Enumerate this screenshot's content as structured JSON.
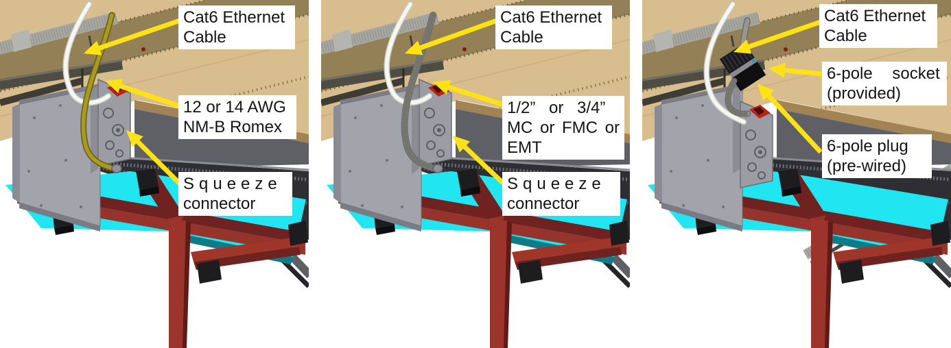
{
  "figure": {
    "description": "Three wiring-option illustrations of a ceiling-mounted fixture",
    "background": "#ffffff"
  },
  "colors": {
    "arrow_yellow": "#ffe215",
    "wood": "#d8bd8f",
    "wood_band": "#8d7b53",
    "truss_light": "#a7a7a1",
    "truss_dark": "#4f4c44",
    "fixture_face": "#a2a3ab",
    "fixture_far_side": "#5f5f66",
    "junction_plate": "#9b9ca4",
    "light_panel_cyan": "#22e5f2",
    "beam_dark_red": "#702220",
    "beam_bright_red": "#9c342c",
    "block_black": "#1d1d20",
    "romex_yellow": "#a89a24",
    "conduit_gray": "#9a968e",
    "cat6_white": "#f7f7f2",
    "connector_red": "#b92418"
  },
  "panels": [
    {
      "name": "romex-wiring-option",
      "variant": "romex",
      "labels": [
        {
          "name": "cat6-ethernet-cable",
          "lines": [
            "Cat6 Ethernet",
            "Cable"
          ]
        },
        {
          "name": "nm-b-romex",
          "lines": [
            "12 or 14 AWG",
            "NM-B Romex"
          ]
        },
        {
          "name": "squeeze-connector",
          "lines": [
            "Squeeze",
            "connector"
          ]
        }
      ]
    },
    {
      "name": "conduit-wiring-option",
      "variant": "conduit",
      "labels": [
        {
          "name": "cat6-ethernet-cable",
          "lines": [
            "Cat6 Ethernet",
            "Cable"
          ]
        },
        {
          "name": "mc-fmc-emt-conduit",
          "lines": [
            "1/2” or 3/4”",
            "MC or FMC or",
            "EMT"
          ]
        },
        {
          "name": "squeeze-connector",
          "lines": [
            "Squeeze",
            "connector"
          ]
        }
      ]
    },
    {
      "name": "plug-socket-wiring-option",
      "variant": "plug",
      "labels": [
        {
          "name": "cat6-ethernet-cable",
          "lines": [
            "Cat6 Ethernet",
            "Cable"
          ]
        },
        {
          "name": "six-pole-socket",
          "lines": [
            "6-pole socket",
            "(provided)"
          ]
        },
        {
          "name": "six-pole-plug",
          "lines": [
            "6-pole plug",
            "(pre-wired)"
          ]
        }
      ]
    }
  ]
}
